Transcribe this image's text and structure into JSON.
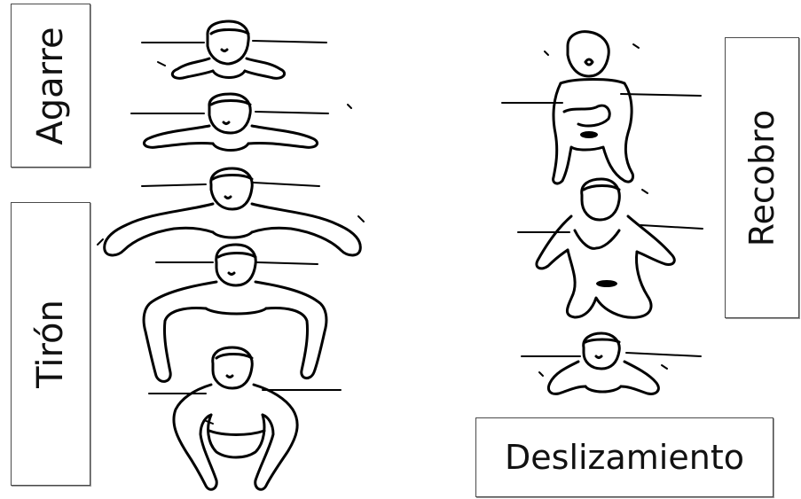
{
  "phases": {
    "agarre": "Agarre",
    "tiron": "Tirón",
    "recobro": "Recobro",
    "deslizamiento": "Deslizamiento"
  },
  "colors": {
    "line": "#000000",
    "frame": "#4a4a4a",
    "background": "#ffffff"
  }
}
